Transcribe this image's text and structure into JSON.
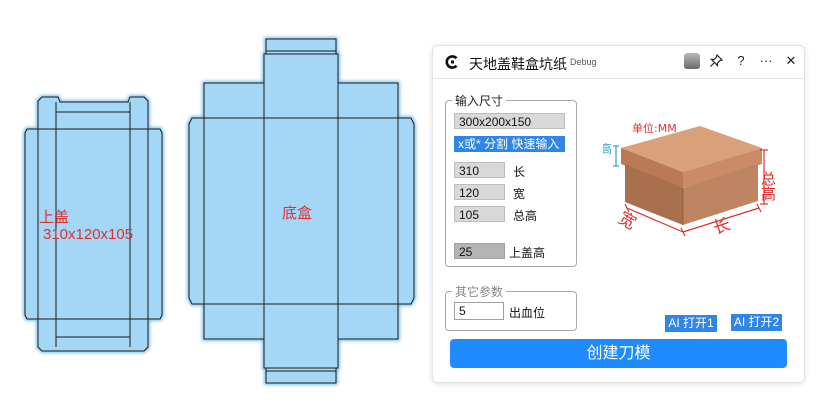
{
  "drawing": {
    "lid_label": "上盖",
    "lid_dims": "310x120x105",
    "base_label": "底盒"
  },
  "window": {
    "title": "天地盖鞋盒坑纸",
    "debug": "Debug",
    "controls": {
      "pin": "⚲",
      "help": "?",
      "more": "···",
      "close": "✕"
    }
  },
  "input_group": {
    "legend": "输入尺寸",
    "quick_input": "300x200x150",
    "hint": "x或* 分割 快速输入",
    "length": {
      "value": "310",
      "label": "长"
    },
    "width": {
      "value": "120",
      "label": "宽"
    },
    "height": {
      "value": "105",
      "label": "总高"
    },
    "lid_height": {
      "value": "25",
      "label": "上盖高"
    }
  },
  "other_group": {
    "legend": "其它参数",
    "bleed": {
      "value": "5",
      "label": "出血位"
    }
  },
  "illustration": {
    "unit": "单位:MM",
    "lid_height": "盖高",
    "total_height": "总高",
    "width": "宽",
    "length": "长"
  },
  "buttons": {
    "ai_open_1": "AI 打开1",
    "ai_open_2": "AI 打开2",
    "create": "创建刀模"
  },
  "colors": {
    "dieline_fill": "#a4d6f6",
    "dieline_stroke": "#1b1b1b",
    "accent": "#1e8cff",
    "dim_red": "#e03030",
    "box_brown": "#c9936e"
  }
}
